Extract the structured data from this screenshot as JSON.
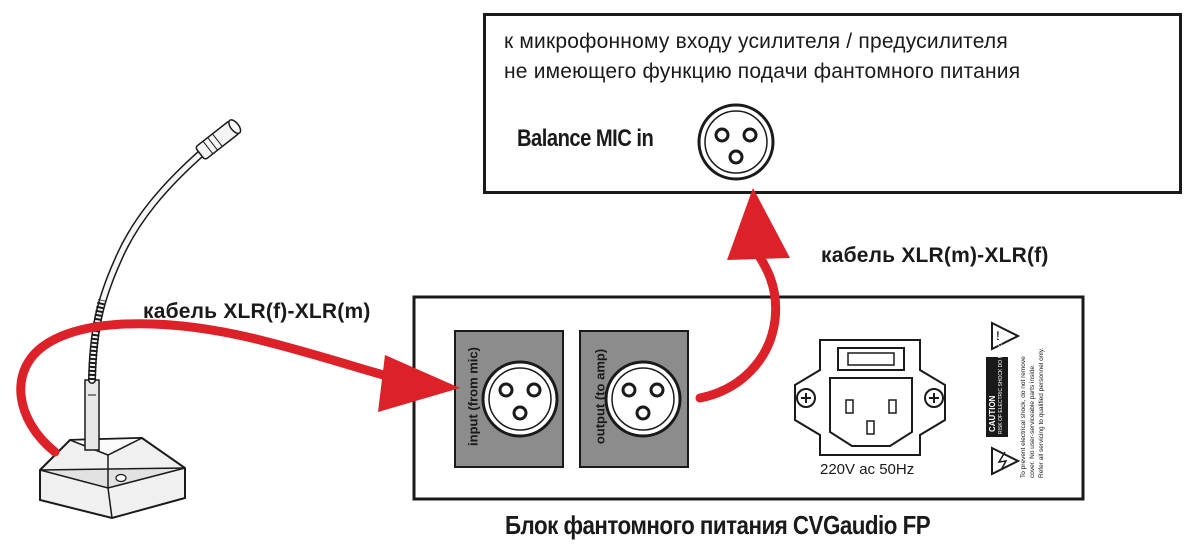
{
  "amplifier": {
    "line1": "к микрофонному входу усилителя / предусилителя",
    "line2": "не имеющего функцию подачи фантомного питания",
    "input_label": "Balance MIC in"
  },
  "cables": {
    "mic_to_unit": "кабель XLR(f)-XLR(m)",
    "unit_to_amp": "кабель XLR(m)-XLR(f)"
  },
  "device": {
    "title": "Блок фантомного питания CVGaudio FP",
    "input_label": "input (from mic)",
    "output_label": "output (to amp)",
    "power_label": "220V ac 50Hz",
    "caution_title": "CAUTION",
    "caution_sub": "RISK OF ELECTRIC SHOCK DO NOT OPEN",
    "caution_line1": "To prevent electrical shock, do not remove",
    "caution_line2": "cover. No user-serviceable parts inside.",
    "caution_line3": "Refer all servicing to qualified personnel only."
  },
  "colors": {
    "arrow": "#dd2128",
    "panel_grey": "#8c8c8c",
    "outline": "#1a1a1a"
  }
}
